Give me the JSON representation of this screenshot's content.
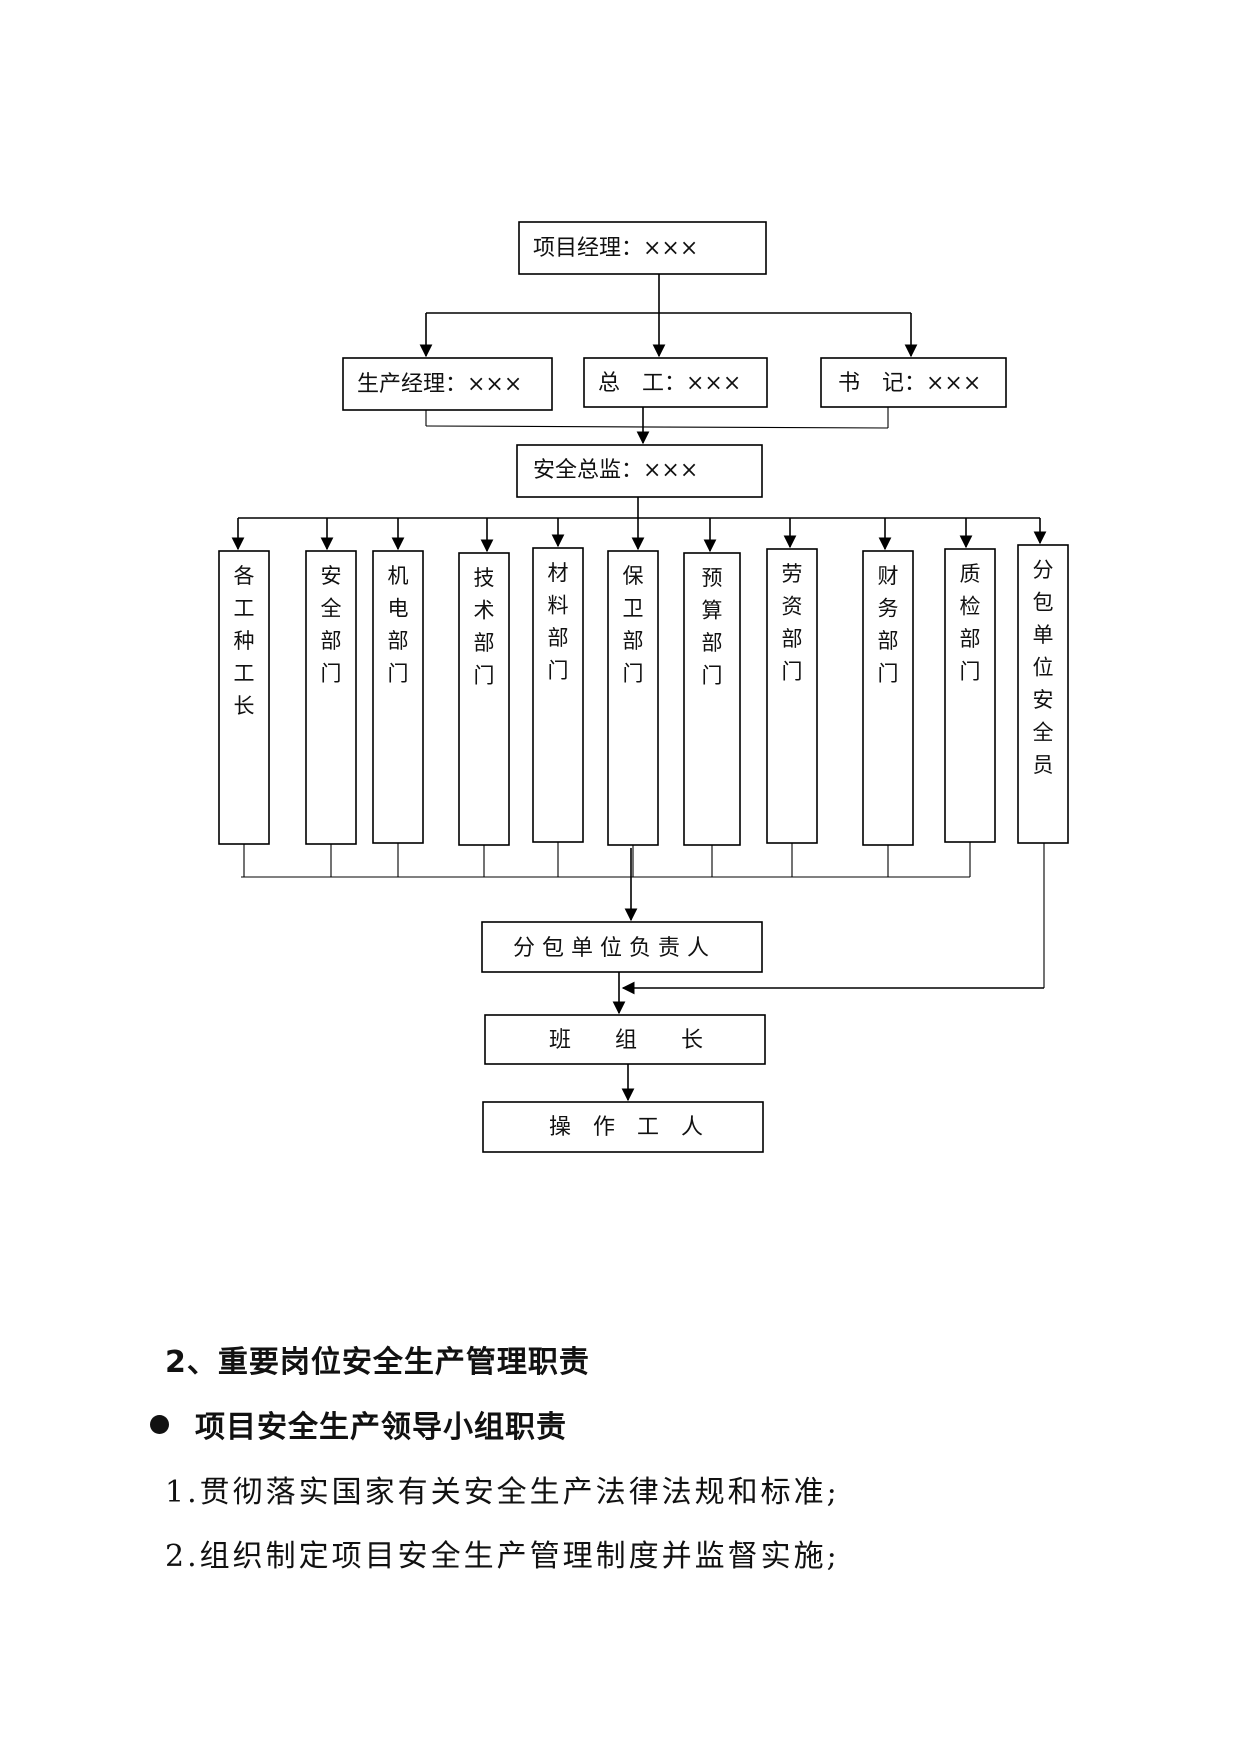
{
  "org_chart": {
    "top": "项目经理：×××",
    "managers": [
      {
        "id": "production",
        "label": "生产经理：×××"
      },
      {
        "id": "chief-engineer",
        "label": "总　工：×××"
      },
      {
        "id": "secretary",
        "label": "书　记：×××"
      }
    ],
    "safety_director": "安全总监：×××",
    "departments": [
      {
        "id": "foremen",
        "label": "各工种工长"
      },
      {
        "id": "safety",
        "label": "安全部门"
      },
      {
        "id": "mech-elec",
        "label": "机电部门"
      },
      {
        "id": "technical",
        "label": "技术部门"
      },
      {
        "id": "materials",
        "label": "材料部门"
      },
      {
        "id": "security",
        "label": "保卫部门"
      },
      {
        "id": "budget",
        "label": "预算部门"
      },
      {
        "id": "labor",
        "label": "劳资部门"
      },
      {
        "id": "finance",
        "label": "财务部门"
      },
      {
        "id": "quality",
        "label": "质检部门"
      },
      {
        "id": "sub-safety",
        "label": "分包单位安全员"
      }
    ],
    "subcontractor_lead": "分 包 单 位 负 责 人",
    "team_leader": "班　　组　　长",
    "workers": "操　作　工　人"
  },
  "content": {
    "section_heading": "2、重要岗位安全生产管理职责",
    "bullet_heading": "项目安全生产领导小组职责",
    "paragraphs": [
      "1.贯彻落实国家有关安全生产法律法规和标准;",
      "2.组织制定项目安全生产管理制度并监督实施;"
    ]
  }
}
